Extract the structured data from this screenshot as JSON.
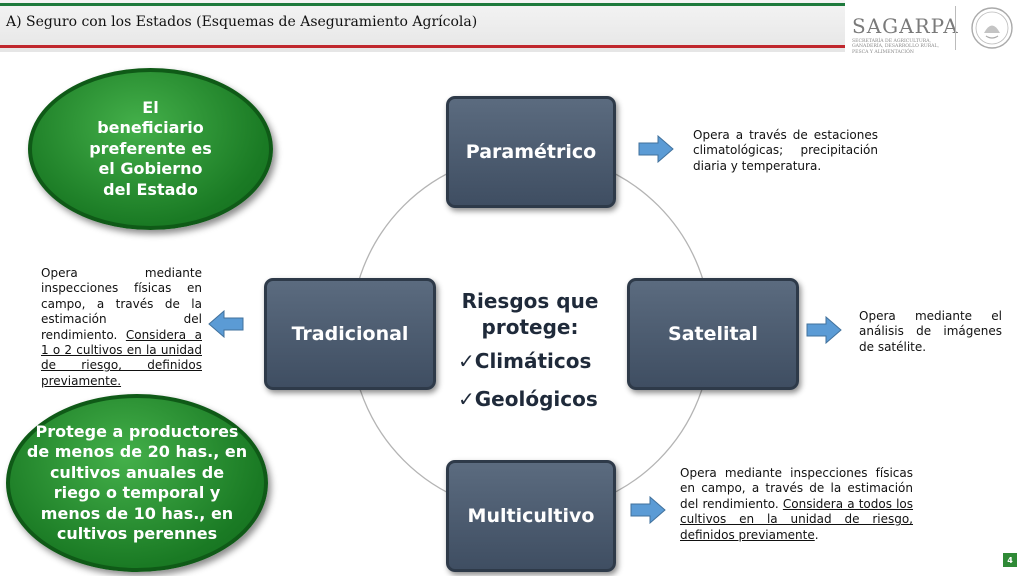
{
  "header": {
    "title": "A) Seguro con los Estados (Esquemas de Aseguramiento Agrícola)",
    "brand_name": "SAGARPA",
    "brand_subtitle": "SECRETARÍA DE AGRICULTURA, GANADERÍA, DESARROLLO RURAL, PESCA Y ALIMENTACIÓN"
  },
  "colors": {
    "accent_green": "#1e7a3c",
    "accent_red": "#c0272d",
    "box_blue": "#4c5b6f",
    "ellipse_green": "#1a7a24",
    "arrow_blue": "#5b9bd5"
  },
  "diagram": {
    "center": {
      "title": "Riesgos que protege:",
      "risks": [
        "Climáticos",
        "Geológicos"
      ],
      "check_icon": "check-icon"
    },
    "boxes": {
      "top": "Paramétrico",
      "right": "Satelital",
      "bottom": "Multicultivo",
      "left": "Tradicional"
    }
  },
  "callouts": {
    "top_left_ellipse": "El beneficiario preferente es el Gobierno del Estado",
    "bottom_left_ellipse": "Protege a productores de menos de 20 has., en cultivos anuales de riego o temporal y menos de 10 has., en cultivos perennes"
  },
  "descriptions": {
    "parametrico": "Opera a través de estaciones climatológicas; precipitación diaria y temperatura.",
    "satelital": "Opera mediante el análisis de imágenes de satélite.",
    "tradicional_plain": "Opera mediante inspecciones físicas en campo, a través de la estimación del rendimiento. ",
    "tradicional_underlined": "Considera a 1 o 2 cultivos en la unidad de riesgo, definidos previamente.",
    "multicultivo_plain": "Opera mediante inspecciones físicas en campo, a través de la estimación del rendimiento. ",
    "multicultivo_underlined": "Considera a todos los cultivos en la unidad de riesgo, definidos previamente",
    "multicultivo_end": "."
  },
  "footer": {
    "page_number": "4"
  }
}
